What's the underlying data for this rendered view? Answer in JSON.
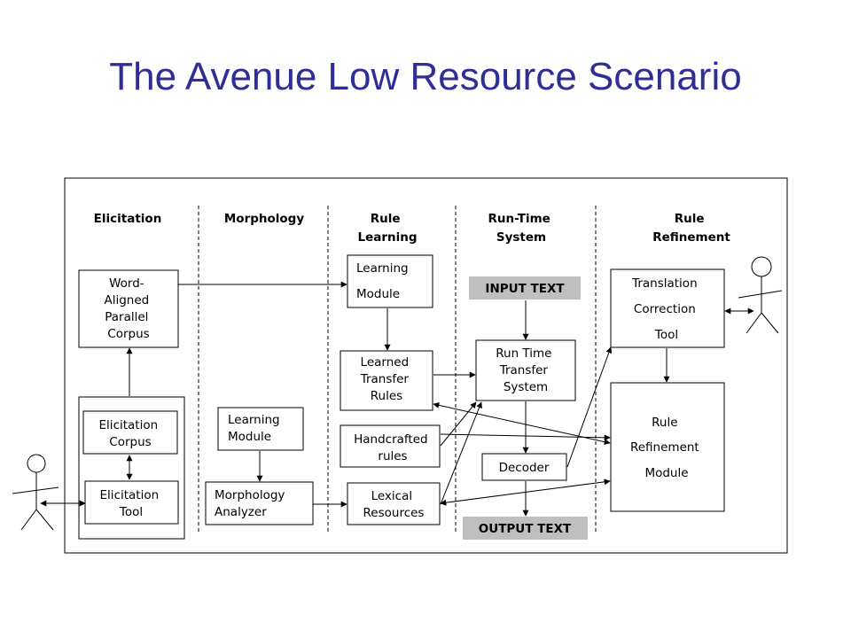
{
  "title": "The Avenue Low Resource Scenario",
  "headers": {
    "elicitation": "Elicitation",
    "morphology": "Morphology",
    "rule_learning": [
      "Rule",
      "Learning"
    ],
    "runtime": [
      "Run-Time",
      "System"
    ],
    "rule_refinement": [
      "Rule",
      "Refinement"
    ]
  },
  "boxes": {
    "word_aligned": [
      "Word-",
      "Aligned",
      "Parallel",
      "Corpus"
    ],
    "elicitation_corpus": [
      "Elicitation",
      "Corpus"
    ],
    "elicitation_tool": [
      "Elicitation",
      "Tool"
    ],
    "morph_learning_module": [
      "Learning",
      "Module"
    ],
    "morphology_analyzer": [
      "Morphology",
      "Analyzer"
    ],
    "learning_module": [
      "Learning",
      "Module"
    ],
    "learned_transfer_rules": [
      "Learned",
      "Transfer",
      "Rules"
    ],
    "handcrafted_rules": [
      "Handcrafted",
      "rules"
    ],
    "lexical_resources": [
      "Lexical",
      "Resources"
    ],
    "input_text": "INPUT TEXT",
    "runtime_transfer": [
      "Run Time",
      "Transfer",
      "System"
    ],
    "decoder": "Decoder",
    "output_text": "OUTPUT TEXT",
    "translation_correction": [
      "Translation",
      "Correction",
      "Tool"
    ],
    "rule_refinement_module": [
      "Rule",
      "Refinement",
      "Module"
    ]
  }
}
